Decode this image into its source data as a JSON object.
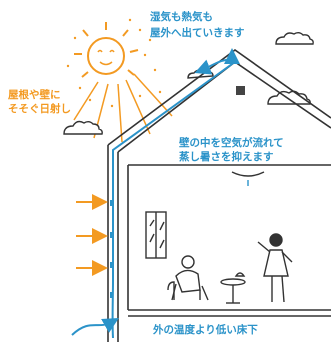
{
  "labels": {
    "roof_line1": "湿気も熱気も",
    "roof_line2": "屋外へ出ていきます",
    "sun_line1": "屋根や壁に",
    "sun_line2": "そそぐ日射し",
    "wall_line1": "壁の中を空気が流れて",
    "wall_line2": "蒸し暑さを抑えます",
    "floor": "外の温度より低い床下"
  },
  "colors": {
    "air": "#2b93c9",
    "sun": "#f39a22",
    "ink": "#333333"
  },
  "icons": [
    "sun-icon",
    "cloud-icon",
    "arrow-icon",
    "window-icon",
    "lamp-icon"
  ]
}
